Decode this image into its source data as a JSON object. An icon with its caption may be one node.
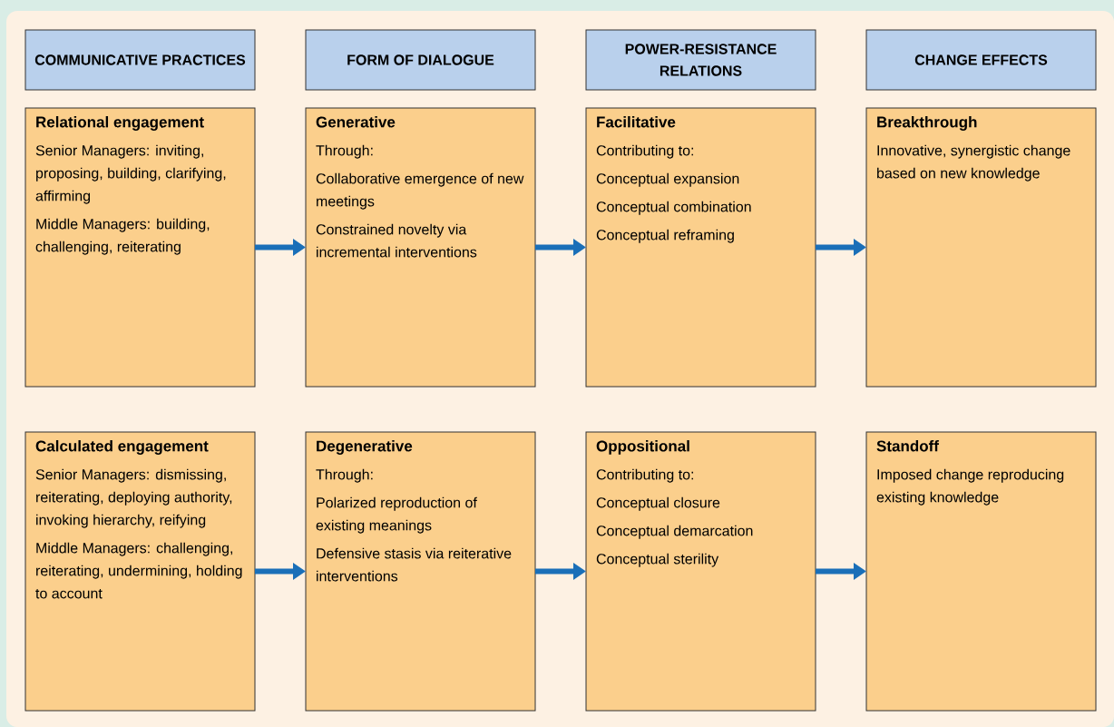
{
  "diagram": {
    "nodes": [
      {
        "text": [
          "COMMUNICATIVE PRACTICES"
        ]
      },
      {
        "text": [
          "FORM OF DIALOGUE"
        ]
      },
      {
        "text": [
          "POWER-RESISTANCE RELATIONS"
        ]
      },
      {
        "text": [
          "CHANGE EFFECTS"
        ]
      },
      {
        "text": [
          "Relational engagement",
          "Senior Managers: inviting, proposing, building, clarifying, affirming",
          "Middle Managers: building, challenging, reiterating"
        ]
      },
      {
        "text": [
          "Generative",
          "Through:",
          "Collaborative emergence of new meetings",
          "Constrained novelty via incremental interventions"
        ]
      },
      {
        "text": [
          "Facilitative",
          "Contributing to:",
          "Conceptual expansion",
          "Conceptual combination",
          "Conceptual reframing"
        ]
      },
      {
        "text": [
          "Breakthrough",
          "Innovative, synergistic change based on new knowledge"
        ]
      },
      {
        "text": [
          "Calculated engagement",
          "Senior Managers: dismissing, reiterating, deploying authority, invoking hierarchy, reifying",
          "Middle Managers: challenging, reiterating, undermining, holding to account"
        ]
      },
      {
        "text": [
          "Degenerative",
          "Through:",
          "Polarized reproduction of existing meanings",
          "Defensive stasis via reiterative interventions"
        ]
      },
      {
        "text": [
          "Oppositional",
          "Contributing to:",
          "Conceptual closure",
          "Conceptual demarcation",
          "Conceptual sterility"
        ]
      },
      {
        "text": [
          "Standoff",
          "Imposed change reproducing existing knowledge"
        ]
      }
    ],
    "edges": [
      {
        "from": 4,
        "to": 5,
        "arrow": "to"
      },
      {
        "from": 5,
        "to": 6,
        "arrow": "to"
      },
      {
        "from": 6,
        "to": 7,
        "arrow": "to"
      },
      {
        "from": 8,
        "to": 9,
        "arrow": "to"
      },
      {
        "from": 9,
        "to": 10,
        "arrow": "to"
      },
      {
        "from": 10,
        "to": 11,
        "arrow": "to"
      }
    ]
  }
}
